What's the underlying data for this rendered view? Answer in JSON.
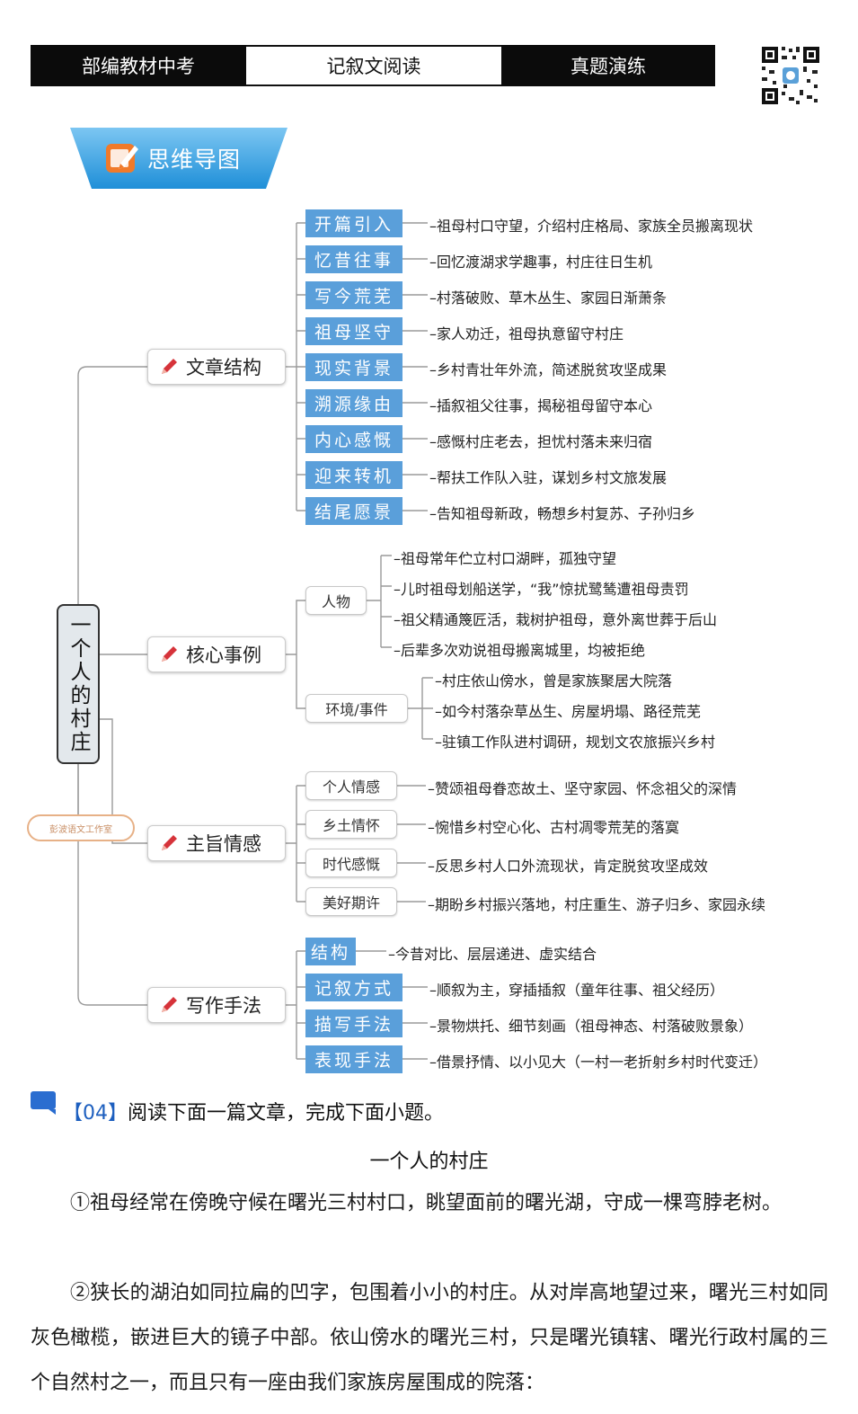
{
  "header": {
    "tabs": [
      "部编教材中考",
      "记叙文阅读",
      "真题演练"
    ]
  },
  "qr_icon": "qr-code-icon",
  "mindmap": {
    "banner_title": "思维导图",
    "root": "一个人的村庄",
    "studio": "彭波语文工作室",
    "branches": {
      "structure": {
        "label": "文章结构",
        "items": [
          {
            "tag": "开篇引入",
            "text": "祖母村口守望，介绍村庄格局、家族全员搬离现状"
          },
          {
            "tag": "忆昔往事",
            "text": "回忆渡湖求学趣事，村庄往日生机"
          },
          {
            "tag": "写今荒芜",
            "text": "村落破败、草木丛生、家园日渐萧条"
          },
          {
            "tag": "祖母坚守",
            "text": "家人劝迁，祖母执意留守村庄"
          },
          {
            "tag": "现实背景",
            "text": "乡村青壮年外流，简述脱贫攻坚成果"
          },
          {
            "tag": "溯源缘由",
            "text": "插叙祖父往事，揭秘祖母留守本心"
          },
          {
            "tag": "内心感慨",
            "text": "感慨村庄老去，担忧村落未来归宿"
          },
          {
            "tag": "迎来转机",
            "text": "帮扶工作队入驻，谋划乡村文旅发展"
          },
          {
            "tag": "结尾愿景",
            "text": "告知祖母新政，畅想乡村复苏、子孙归乡"
          }
        ]
      },
      "core": {
        "label": "核心事例",
        "people": {
          "label": "人物",
          "items": [
            "祖母常年伫立村口湖畔，孤独守望",
            "儿时祖母划船送学，“我”惊扰鹭鸶遭祖母责罚",
            "祖父精通篾匠活，栽树护祖母，意外离世葬于后山",
            "后辈多次劝说祖母搬离城里，均被拒绝"
          ]
        },
        "env": {
          "label": "环境/事件",
          "items": [
            "村庄依山傍水，曾是家族聚居大院落",
            "如今村落杂草丛生、房屋坍塌、路径荒芜",
            "驻镇工作队进村调研，规划文农旅振兴乡村"
          ]
        }
      },
      "emotion": {
        "label": "主旨情感",
        "items": [
          {
            "tag": "个人情感",
            "text": "赞颂祖母眷恋故土、坚守家园、怀念祖父的深情"
          },
          {
            "tag": "乡土情怀",
            "text": "惋惜乡村空心化、古村凋零荒芜的落寞"
          },
          {
            "tag": "时代感慨",
            "text": "反思乡村人口外流现状，肯定脱贫攻坚成效"
          },
          {
            "tag": "美好期许",
            "text": "期盼乡村振兴落地，村庄重生、游子归乡、家园永续"
          }
        ]
      },
      "writing": {
        "label": "写作手法",
        "items": [
          {
            "tag": "结构",
            "text": "今昔对比、层层递进、虚实结合"
          },
          {
            "tag": "记叙方式",
            "text": "顺叙为主，穿插插叙（童年往事、祖父经历）"
          },
          {
            "tag": "描写手法",
            "text": "景物烘托、细节刻画（祖母神态、村落破败景象）"
          },
          {
            "tag": "表现手法",
            "text": "借景抒情、以小见大（一村一老折射乡村时代变迁）"
          }
        ]
      }
    }
  },
  "question": {
    "number": "【04】",
    "prompt": "阅读下面一篇文章，完成下面小题。"
  },
  "article": {
    "title": "一个人的村庄",
    "paragraphs": [
      "①祖母经常在傍晚守候在曙光三村村口，眺望面前的曙光湖，守成一棵弯脖老树。",
      "②狭长的湖泊如同拉扁的凹字，包围着小小的村庄。从对岸高地望过来，曙光三村如同灰色橄榄，嵌进巨大的镜子中部。依山傍水的曙光三村，只是曙光镇辖、曙光行政村属的三个自然村之一，而且只有一座由我们家族房屋围成的院落："
    ]
  },
  "colors": {
    "tag_blue": "#5a9fda",
    "banner_blue": "#3aa0df",
    "pen_red": "#d6333a"
  }
}
